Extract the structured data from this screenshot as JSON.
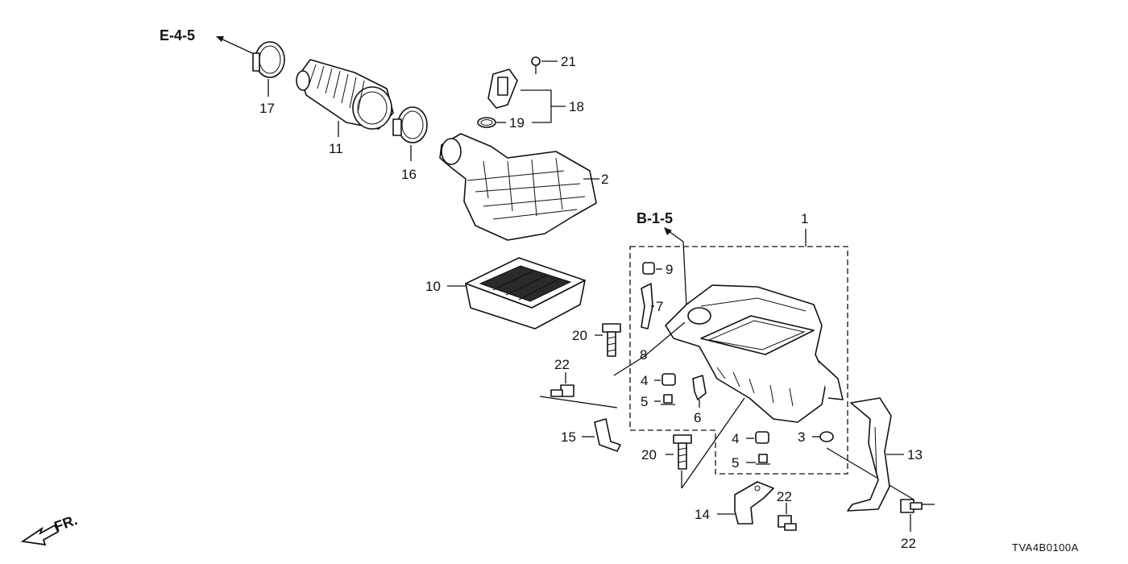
{
  "references": {
    "top_left": "E-4-5",
    "middle": "B-1-5"
  },
  "callouts": {
    "p1": "1",
    "p2": "2",
    "p3": "3",
    "p4a": "4",
    "p4b": "4",
    "p5a": "5",
    "p5b": "5",
    "p6": "6",
    "p7": "7",
    "p8": "8",
    "p9": "9",
    "p10": "10",
    "p11": "11",
    "p13": "13",
    "p14": "14",
    "p15": "15",
    "p16": "16",
    "p17": "17",
    "p18": "18",
    "p19": "19",
    "p20a": "20",
    "p20b": "20",
    "p21": "21",
    "p22a": "22",
    "p22b": "22",
    "p22c": "22"
  },
  "front_indicator": "FR.",
  "diagram_code": "TVA4B0100A"
}
